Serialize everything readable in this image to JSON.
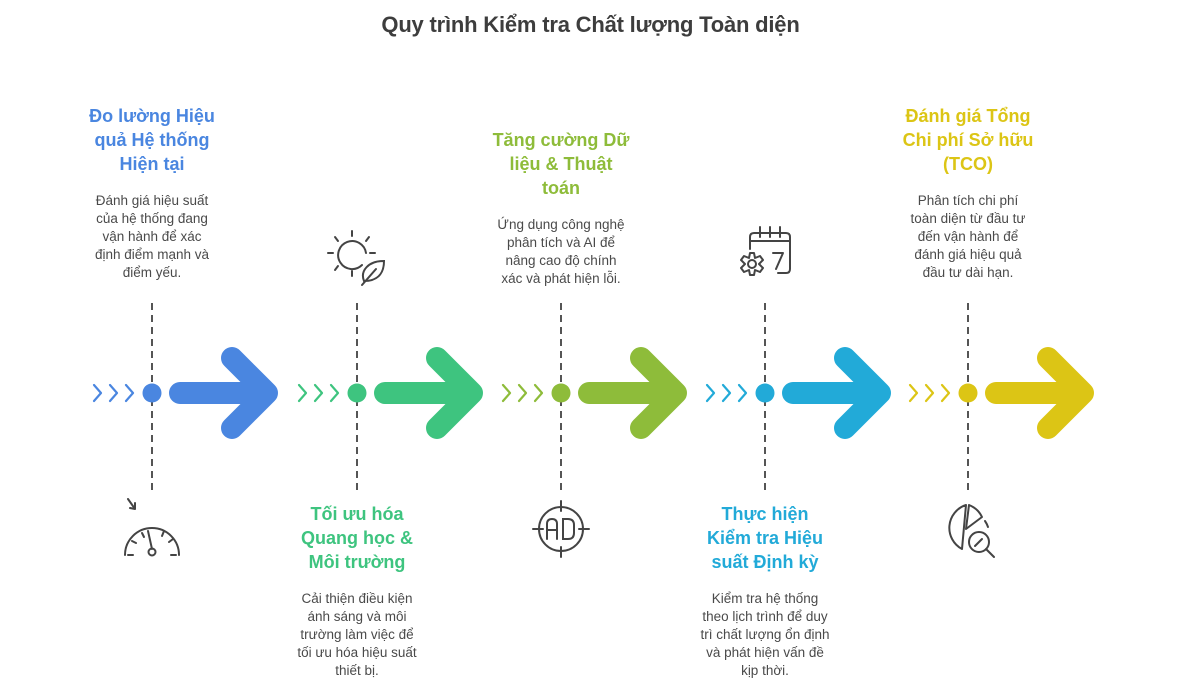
{
  "title": "Quy trình Kiểm tra Chất lượng Toàn diện",
  "steps": [
    {
      "heading": "Đo lường Hiệu quả Hệ thống Hiện tại",
      "heading_lines": [
        "Đo lường Hiệu",
        "quả Hệ thống",
        "Hiện tại"
      ],
      "description_lines": [
        "Đánh giá hiệu suất",
        "của hệ thống đang",
        "vận hành để xác",
        "định điểm mạnh và",
        "điểm yếu."
      ],
      "icon": "speedometer-icon",
      "color": "#4a86e0",
      "text_position": "top"
    },
    {
      "heading": "Tối ưu hóa Quang học & Môi trường",
      "heading_lines": [
        "Tối ưu hóa",
        "Quang học &",
        "Môi trường"
      ],
      "description_lines": [
        "Cải thiện điều kiện",
        "ánh sáng và môi",
        "trường làm việc để",
        "tối ưu hóa hiệu suất",
        "thiết bị."
      ],
      "icon": "sun-leaf-icon",
      "color": "#3ec47f",
      "text_position": "bottom"
    },
    {
      "heading": "Tăng cường Dữ liệu & Thuật toán",
      "heading_lines": [
        "Tăng cường Dữ",
        "liệu & Thuật",
        "toán"
      ],
      "description_lines": [
        "Ứng dụng công nghệ",
        "phân tích và AI để",
        "nâng cao độ chính",
        "xác và phát hiện lỗi."
      ],
      "icon": "ad-target-icon",
      "color": "#8ebc3a",
      "text_position": "top"
    },
    {
      "heading": "Thực hiện Kiểm tra Hiệu suất Định kỳ",
      "heading_lines": [
        "Thực hiện",
        "Kiểm tra Hiệu",
        "suất Định kỳ"
      ],
      "description_lines": [
        "Kiểm tra hệ thống",
        "theo lịch trình để duy",
        "trì chất lượng ổn định",
        "và phát hiện vấn đề",
        "kịp thời."
      ],
      "icon": "calendar-gear-icon",
      "color": "#22aad8",
      "text_position": "bottom"
    },
    {
      "heading": "Đánh giá Tổng Chi phí Sở hữu (TCO)",
      "heading_lines": [
        "Đánh giá Tổng",
        "Chi phí Sở hữu",
        "(TCO)"
      ],
      "description_lines": [
        "Phân tích chi phí",
        "toàn diện từ đầu tư",
        "đến vận hành để",
        "đánh giá hiệu quả",
        "đầu tư dài hạn."
      ],
      "icon": "pie-chart-magnifier-icon",
      "color": "#dcc515",
      "text_position": "top"
    }
  ],
  "colors": {
    "title": "#3d3d3d",
    "description": "#4a4a4a",
    "dashed_line": "#555555",
    "icon_stroke": "#444444"
  }
}
